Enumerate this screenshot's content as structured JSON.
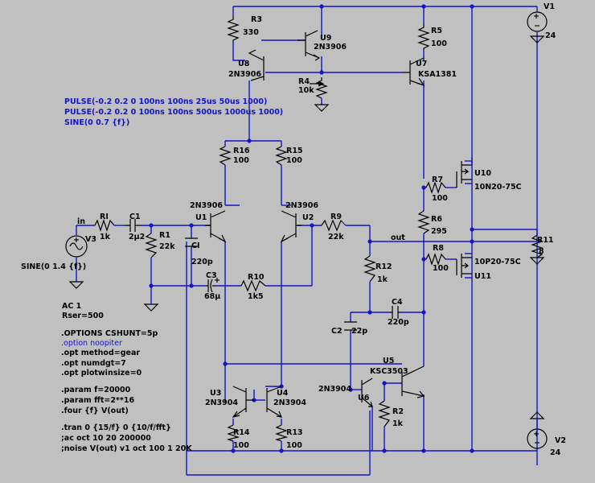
{
  "components": {
    "R3": {
      "name": "R3",
      "value": "330"
    },
    "U9": {
      "name": "U9",
      "model": "2N3906"
    },
    "R5": {
      "name": "R5",
      "value": "100"
    },
    "V1": {
      "name": "V1",
      "value": "24"
    },
    "U8": {
      "name": "U8",
      "model": "2N3906"
    },
    "R4": {
      "name": "R4",
      "value": "10k"
    },
    "U7": {
      "name": "U7",
      "model": "KSA1381"
    },
    "R16": {
      "name": "R16",
      "value": "100"
    },
    "R15": {
      "name": "R15",
      "value": "100"
    },
    "U10": {
      "name": "U10",
      "model": "10N20-75C"
    },
    "R7": {
      "name": "R7",
      "value": "100"
    },
    "U1": {
      "name": "U1",
      "model": "2N3906"
    },
    "U2": {
      "name": "U2",
      "model": "2N3906"
    },
    "RI": {
      "name": "RI",
      "value": "1k"
    },
    "C1": {
      "name": "C1",
      "value": "2µ2"
    },
    "R1": {
      "name": "R1",
      "value": "22k"
    },
    "R9": {
      "name": "R9",
      "value": "22k"
    },
    "R6": {
      "name": "R6",
      "value": "295"
    },
    "R11": {
      "name": "R11",
      "value": "8"
    },
    "V3": {
      "name": "V3",
      "value": "SINE(0 1.4 {f})"
    },
    "CI": {
      "name": "CI",
      "value": "220p"
    },
    "R8": {
      "name": "R8",
      "value": "100"
    },
    "U11": {
      "name": "U11",
      "model": "10P20-75C"
    },
    "R12": {
      "name": "R12",
      "value": "1k"
    },
    "C3": {
      "name": "C3",
      "value": "68µ"
    },
    "R10": {
      "name": "R10",
      "value": "1k5"
    },
    "C4": {
      "name": "C4",
      "value": "220p"
    },
    "C2": {
      "name": "C2",
      "value": "22p"
    },
    "U5": {
      "name": "U5",
      "model": "KSC3503"
    },
    "U6": {
      "name": "U6",
      "model": "2N3904"
    },
    "R2": {
      "name": "R2",
      "value": "1k"
    },
    "U3": {
      "name": "U3",
      "model": "2N3904"
    },
    "U4": {
      "name": "U4",
      "model": "2N3904"
    },
    "R14": {
      "name": "R14",
      "value": "100"
    },
    "R13": {
      "name": "R13",
      "value": "100"
    },
    "V2": {
      "name": "V2",
      "value": "24"
    }
  },
  "net_labels": {
    "in": "in",
    "out": "out"
  },
  "source_alternatives": [
    "PULSE(-0.2 0.2 0 100ns 100ns 25us 50us 1000)",
    "PULSE(-0.2 0.2 0 100ns 100ns 500us 1000us 1000)",
    "SINE(0 0.7 {f})"
  ],
  "v3_settings": [
    "AC 1",
    "Rser=500"
  ],
  "directives": [
    ".OPTIONS CSHUNT=5p",
    ".option noopiter",
    ".opt method=gear",
    ".opt numdgt=7",
    ".opt plotwinsize=0",
    ".param f=20000",
    ".param fft=2**16",
    ".four {f} V(out)",
    ".tran 0 {15/f} 0 {10/f/fft}",
    ";ac oct 10 20 200000",
    ";noise V(out) v1 oct 100 1 20K"
  ],
  "colors": {
    "background": "#c0c0c0",
    "wire": "#1414c8",
    "component": "#000000",
    "directive_blue": "#1414c8"
  }
}
